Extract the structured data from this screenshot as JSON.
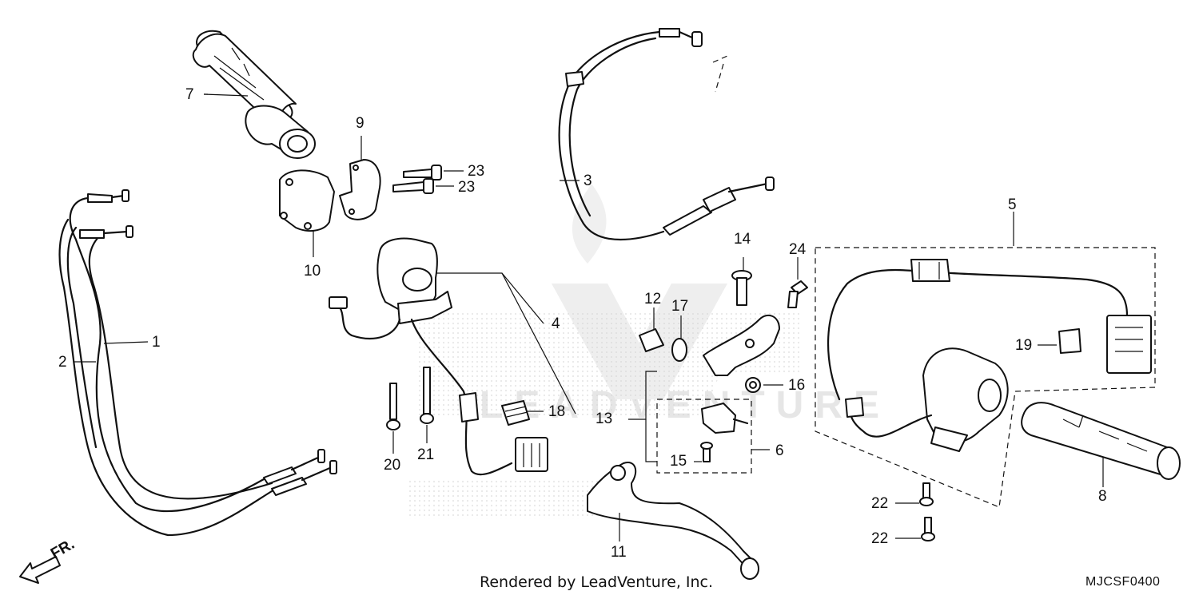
{
  "watermark": {
    "text": "LEADVENTURE"
  },
  "footer": {
    "credit": "Rendered by LeadVenture, Inc.",
    "diagram_code": "MJCSF0400"
  },
  "orientation": {
    "label": "FR."
  },
  "callouts": [
    {
      "id": "1",
      "label": "1"
    },
    {
      "id": "2",
      "label": "2"
    },
    {
      "id": "3",
      "label": "3"
    },
    {
      "id": "4",
      "label": "4"
    },
    {
      "id": "5",
      "label": "5"
    },
    {
      "id": "6",
      "label": "6"
    },
    {
      "id": "7",
      "label": "7"
    },
    {
      "id": "8",
      "label": "8"
    },
    {
      "id": "9",
      "label": "9"
    },
    {
      "id": "10",
      "label": "10"
    },
    {
      "id": "11",
      "label": "11"
    },
    {
      "id": "12",
      "label": "12"
    },
    {
      "id": "13",
      "label": "13"
    },
    {
      "id": "14",
      "label": "14"
    },
    {
      "id": "15",
      "label": "15"
    },
    {
      "id": "16",
      "label": "16"
    },
    {
      "id": "17",
      "label": "17"
    },
    {
      "id": "18",
      "label": "18"
    },
    {
      "id": "19",
      "label": "19"
    },
    {
      "id": "20",
      "label": "20"
    },
    {
      "id": "21",
      "label": "21"
    },
    {
      "id": "22a",
      "label": "22"
    },
    {
      "id": "22b",
      "label": "22"
    },
    {
      "id": "23a",
      "label": "23"
    },
    {
      "id": "23b",
      "label": "23"
    },
    {
      "id": "24",
      "label": "24"
    }
  ]
}
